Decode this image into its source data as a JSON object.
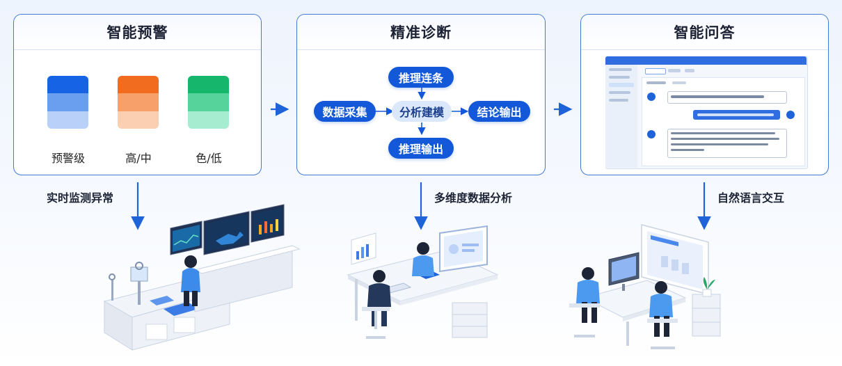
{
  "panels": [
    {
      "title": "智能预警",
      "levels": [
        {
          "label": "预警级",
          "colors": [
            "#1763e6",
            "#6a9ff0",
            "#b9d1f8"
          ]
        },
        {
          "label": "高/中",
          "colors": [
            "#f26c1f",
            "#f8a06a",
            "#fbd0b2"
          ]
        },
        {
          "label": "色/低",
          "colors": [
            "#16b66d",
            "#55d39b",
            "#a6ecd0"
          ]
        }
      ],
      "caption": "实时监测异常"
    },
    {
      "title": "精准诊断",
      "flow": {
        "top": "推理连条",
        "left": "数据采集",
        "center": "分析建模",
        "right": "结论输出",
        "bottom": "推理输出"
      },
      "caption": "多维度数据分析"
    },
    {
      "title": "智能问答",
      "caption": "自然语言交互"
    }
  ],
  "colors": {
    "accent": "#1358d9",
    "border": "#3f78d6",
    "arrow": "#1f63d8"
  }
}
